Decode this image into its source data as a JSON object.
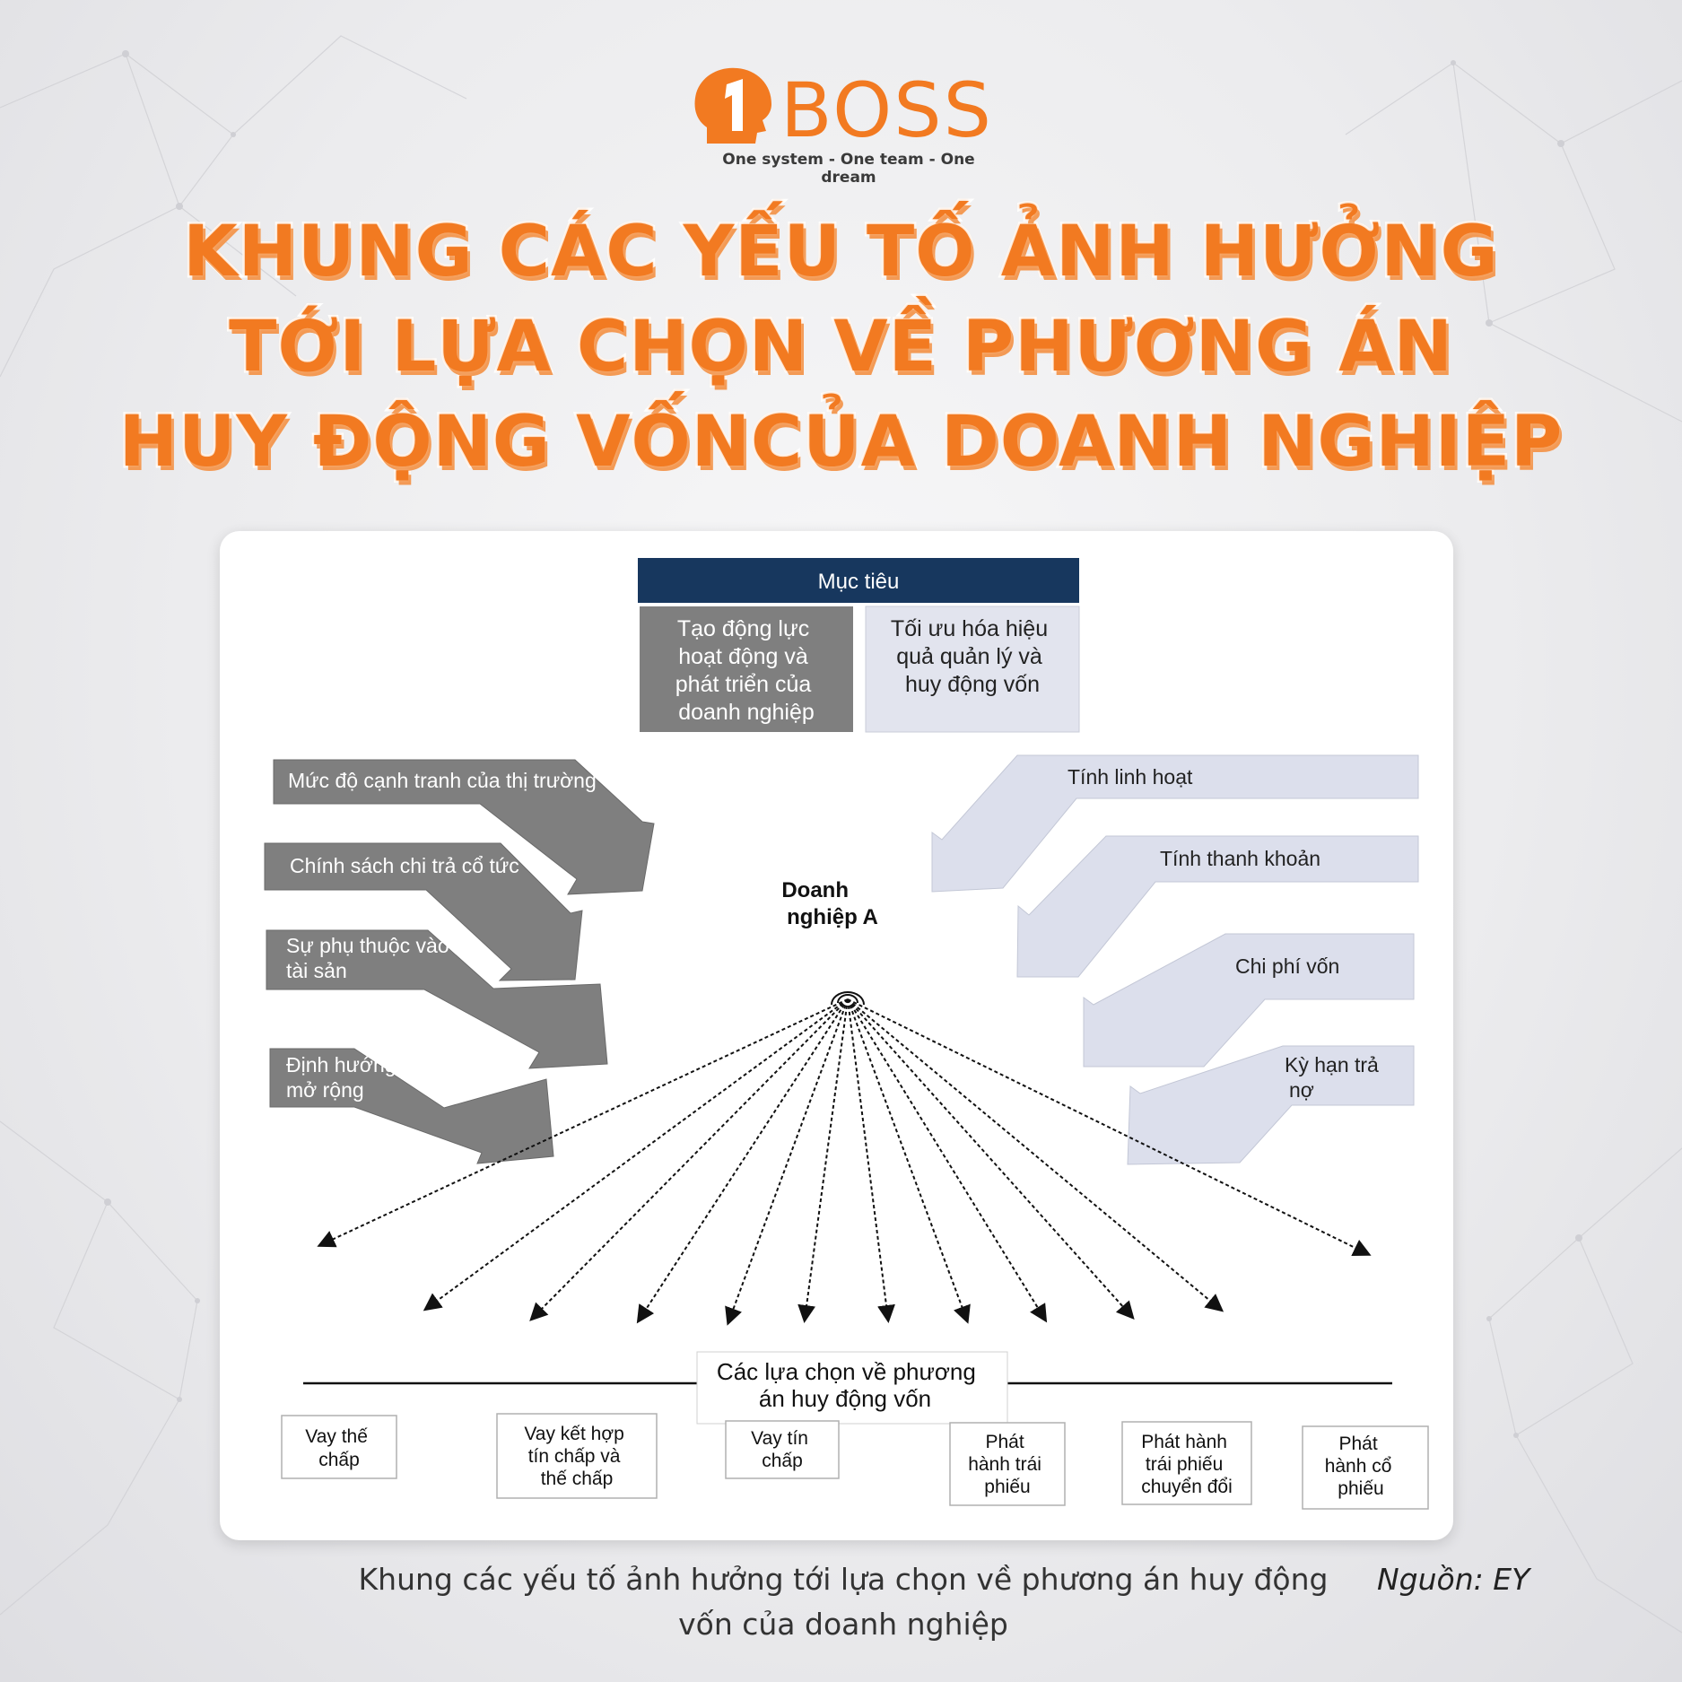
{
  "brand": {
    "logo_mark": "1",
    "name": "BOSS",
    "slogan": "One system - One team - One dream",
    "color": "#f27a21"
  },
  "title_lines": [
    "KHUNG CÁC YẾU TỐ ẢNH HƯỞNG",
    "TỚI LỰA CHỌN VỀ PHƯƠNG ÁN",
    "HUY ĐỘNG VỐNCỦA DOANH NGHIỆP"
  ],
  "diagram": {
    "goal_header": "Mục tiêu",
    "goal_left": [
      "Tạo động lực",
      "hoạt động và",
      "phát triển của",
      "doanh nghiệp"
    ],
    "goal_right": [
      "Tối ưu hóa hiệu",
      "quả quản lý và",
      "huy động vốn"
    ],
    "left_factors": [
      [
        "Mức độ cạnh tranh của thị trường"
      ],
      [
        "Chính sách chi trả cổ tức"
      ],
      [
        "Sự phụ thuộc vào",
        "tài sản"
      ],
      [
        "Định hướng",
        "mở rộng"
      ]
    ],
    "right_factors": [
      [
        "Tính linh hoạt"
      ],
      [
        "Tính thanh khoản"
      ],
      [
        "Chi phí vốn"
      ],
      [
        "Kỳ hạn trả",
        "nợ"
      ]
    ],
    "center": [
      "Doanh",
      "nghiệp A"
    ],
    "options_header": [
      "Các lựa chọn về phương",
      "án huy động vốn"
    ],
    "options": [
      [
        "Vay thế",
        "chấp"
      ],
      [
        "Vay kết hợp",
        "tín chấp và",
        "thế chấp"
      ],
      [
        "Vay tín",
        "chấp"
      ],
      [
        "Phát",
        "hành trái",
        "phiếu"
      ],
      [
        "Phát hành",
        "trái phiếu",
        "chuyển đổi"
      ],
      [
        "Phát",
        "hành cổ",
        "phiếu"
      ]
    ],
    "colors": {
      "header": "#17375e",
      "dark_arrow": "#7f7f7f",
      "light_arrow": "#dcdfec"
    }
  },
  "caption_lines": [
    "Khung các yếu tố ảnh hưởng tới lựa chọn về phương án huy động",
    "vốn của doanh nghiệp"
  ],
  "source": "Nguồn: EY"
}
